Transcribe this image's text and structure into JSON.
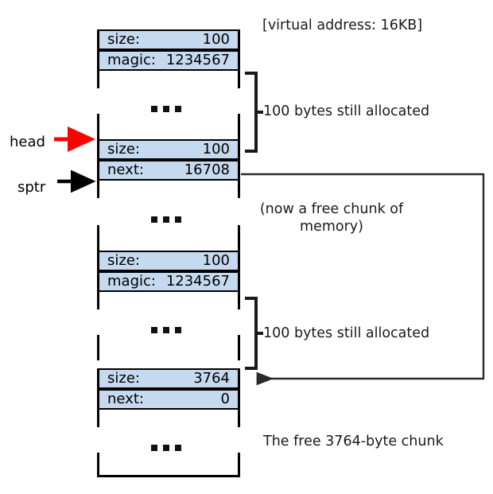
{
  "diagram": {
    "title_note": "[virtual address: 16KB]",
    "colors": {
      "cell_fill": "#c5d9ef",
      "stroke": "#000000",
      "head_arrow": "#ff0000",
      "sptr_arrow": "#000000",
      "next_pointer": "#000000",
      "background": "#ffffff"
    },
    "pointers": [
      {
        "name": "head",
        "label": "head",
        "color": "#ff0000"
      },
      {
        "name": "sptr",
        "label": "sptr",
        "color": "#000000"
      }
    ],
    "blocks": [
      {
        "id": "block-1",
        "rows": [
          {
            "label": "size:",
            "value": "100"
          },
          {
            "label": "magic:",
            "value": "1234567"
          }
        ],
        "body_ellipsis": "..."
      },
      {
        "id": "block-2",
        "rows": [
          {
            "label": "size:",
            "value": "100"
          },
          {
            "label": "next:",
            "value": "16708"
          }
        ],
        "body_ellipsis": "..."
      },
      {
        "id": "block-3",
        "rows": [
          {
            "label": "size:",
            "value": "100"
          },
          {
            "label": "magic:",
            "value": "1234567"
          }
        ],
        "body_ellipsis": "..."
      },
      {
        "id": "block-4",
        "rows": [
          {
            "label": "size:",
            "value": "3764"
          },
          {
            "label": "next:",
            "value": "0"
          }
        ],
        "body_ellipsis": "..."
      }
    ],
    "annotations": [
      {
        "id": "ann-alloc-1",
        "text": "100 bytes still allocated",
        "bracket": true
      },
      {
        "id": "ann-free-chunk",
        "line1": "(now a free chunk of",
        "line2": "memory)",
        "bracket": false
      },
      {
        "id": "ann-alloc-2",
        "text": "100 bytes still allocated",
        "bracket": true
      },
      {
        "id": "ann-free-3764",
        "text": "The free 3764-byte chunk",
        "bracket": false
      }
    ]
  }
}
